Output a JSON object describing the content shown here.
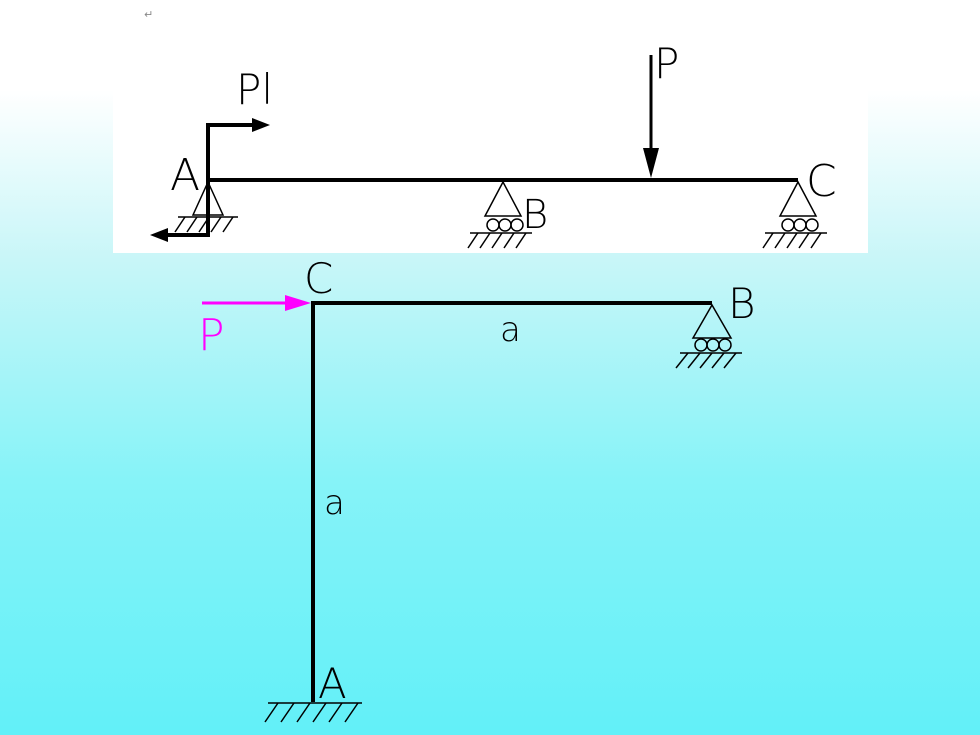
{
  "paragraph_mark": "↵",
  "beam_diagram": {
    "label_A": "A",
    "label_B": "B",
    "label_C": "C",
    "load_P": "P",
    "moment_Pl": "Pl"
  },
  "frame_diagram": {
    "label_A": "A",
    "label_B": "B",
    "label_C": "C",
    "load_P": "P",
    "length_horizontal": "a",
    "length_vertical": "a"
  },
  "colors": {
    "member": "#000000",
    "frame_load": "#ff00ff",
    "beam_panel_bg": "#ffffff"
  }
}
